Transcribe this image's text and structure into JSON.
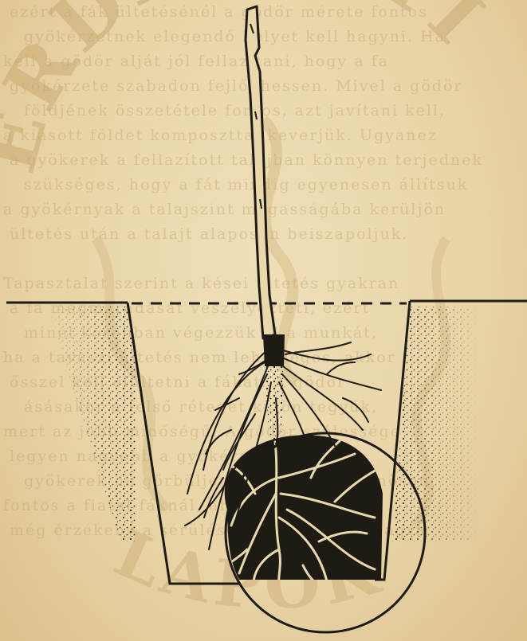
{
  "watermark": {
    "top_text": "ERDÉSZETI",
    "bottom_text": "LAPOK",
    "color": "#c9ab74"
  },
  "background_text_lines": [
    "ezért a fák ültetésénél a gödör mérete fontos",
    "gyökérzetnek elegendő helyet kell hagyni. Ha",
    "kell a gödör alját jól fellazítani, hogy a fa",
    "gyökérzete szabadon fejlődhessen. Mivel a gödör",
    "földjének összetétele fontos, azt javítani kell,",
    "a kiásott földet komposzttal keverjük. Ugyanez",
    "a gyökerek a fellazított talajban könnyen terjednek",
    "szükséges, hogy a fát mindig egyenesen állítsuk",
    "a gyökérnyak a talajszint magasságába kerüljön",
    "ültetés után a talajt alaposan beiszapoljuk.",
    "",
    "Tapasztalat szerint a kései ültetés gyakran",
    "a fa megmaradását veszélyezteti, ezért",
    "minél korábban végezzük el a munkát,",
    "ha a tavaszi ültetés nem lehetséges, akkor",
    "ősszel kell elültetni a fákat. A gödör",
    "ásásakor a felső réteget külön tegyük,",
    "mert az jobb minőségű. A gödör szélessége",
    "legyen nagyobb a gyökérzetnél, hogy a",
    "gyökerek ne görbüljenek meg. Ez különösen",
    "fontos a fiatal fáknál, ahol a gyökérzet",
    "még érzékeny a sérülésekre és a szárazságra"
  ],
  "colors": {
    "ink": "#1e1a14",
    "paper": "#ead8ad",
    "paper_dark": "#dcc18c"
  }
}
